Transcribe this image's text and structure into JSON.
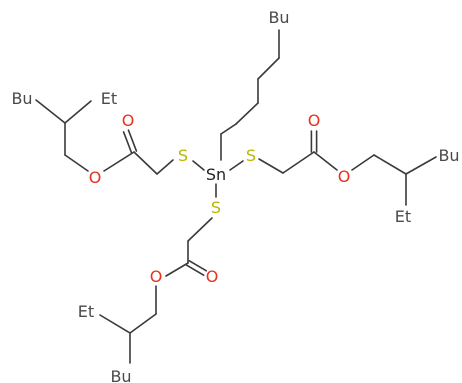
{
  "molecule": {
    "atom_labels": {
      "sn": "Sn",
      "s_left": "S",
      "s_right": "S",
      "s_bottom": "S",
      "o_left_carbonyl": "O",
      "o_left_ester": "O",
      "o_right_carbonyl": "O",
      "o_right_ester": "O",
      "o_bottom_carbonyl": "O",
      "o_bottom_ester": "O",
      "bu_top": "Bu",
      "bu_left": "Bu",
      "et_left": "Et",
      "bu_right": "Bu",
      "et_right": "Et",
      "et_bottom": "Et",
      "bu_bottom": "Bu"
    },
    "colors": {
      "bond": "#3a3a3a",
      "carbon_group": "#4a4a4a",
      "sulfur": "#b8b800",
      "oxygen": "#e8321e",
      "tin": "#222222"
    }
  }
}
